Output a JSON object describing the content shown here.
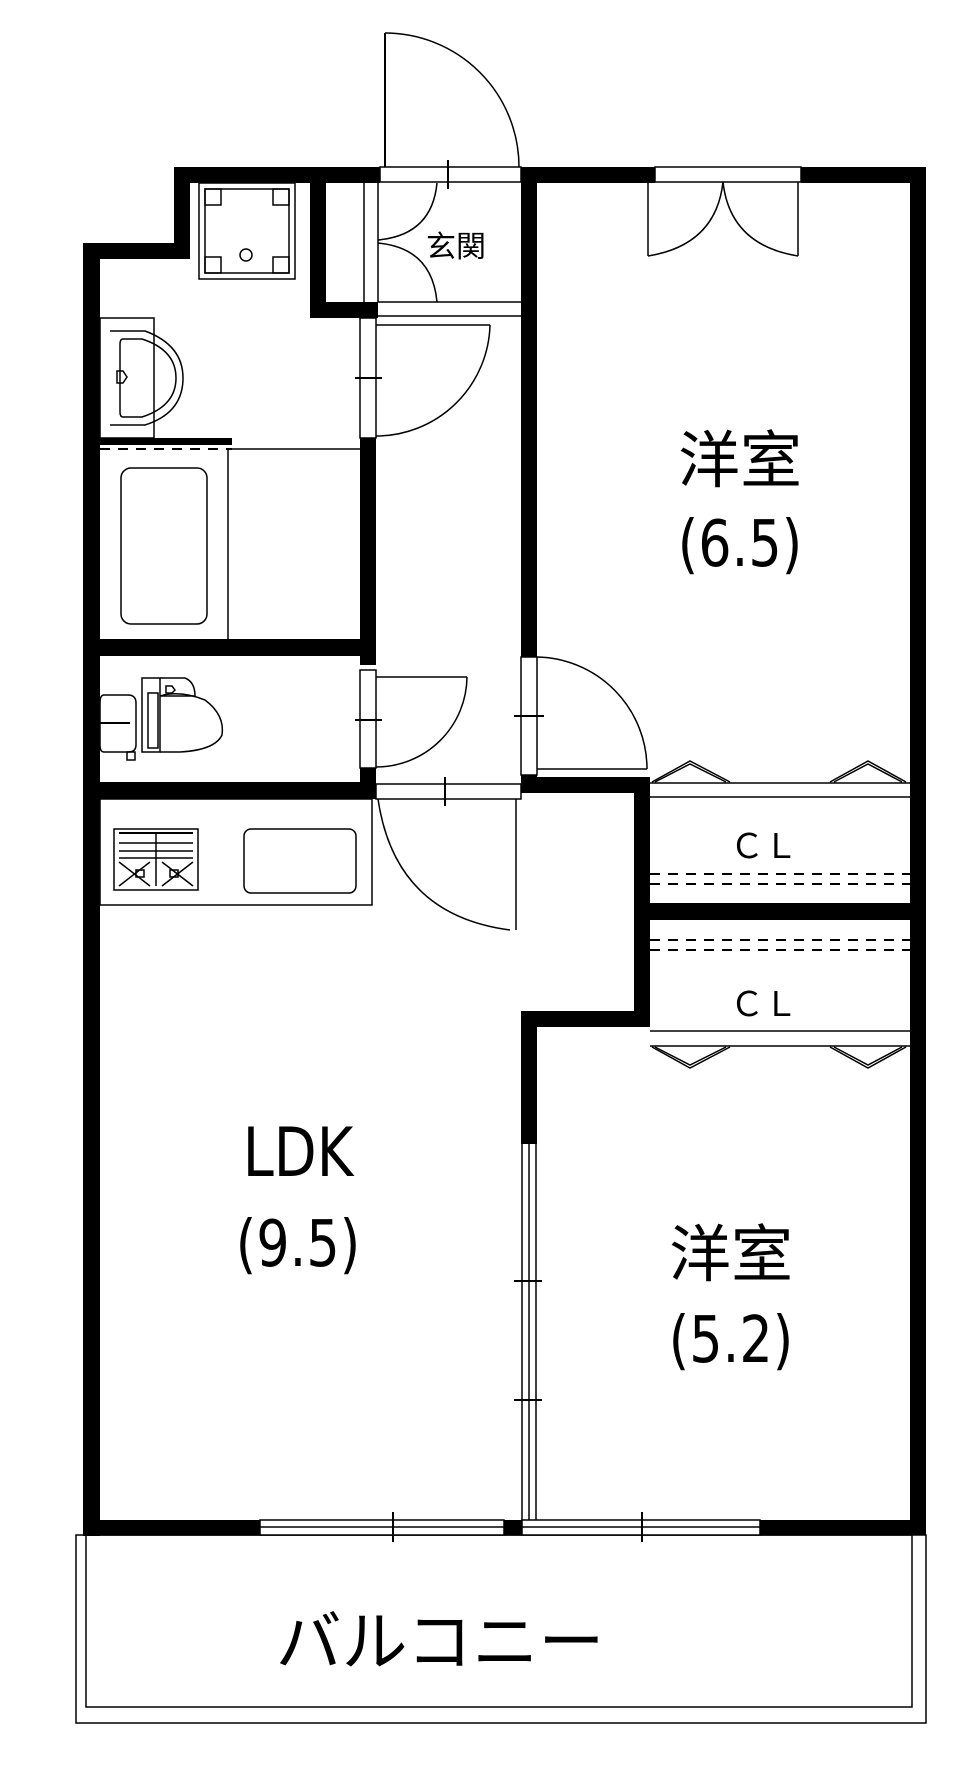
{
  "floor_plan": {
    "rooms": {
      "western_room_north": {
        "name": "洋室",
        "size": "(6.5)"
      },
      "western_room_south": {
        "name": "洋室",
        "size": "(5.2)"
      },
      "ldk": {
        "name": "LDK",
        "size": "(9.5)"
      },
      "entrance": {
        "name": "玄関"
      },
      "closet_1": {
        "name": "ＣＬ"
      },
      "closet_2": {
        "name": "ＣＬ"
      },
      "balcony": {
        "name": "バルコニー"
      }
    },
    "fixtures": [
      "washing-machine-pan",
      "washbasin",
      "bathtub",
      "toilet",
      "gas-stove",
      "kitchen-sink"
    ],
    "colors": {
      "wall": "#000000",
      "background": "#ffffff"
    }
  }
}
